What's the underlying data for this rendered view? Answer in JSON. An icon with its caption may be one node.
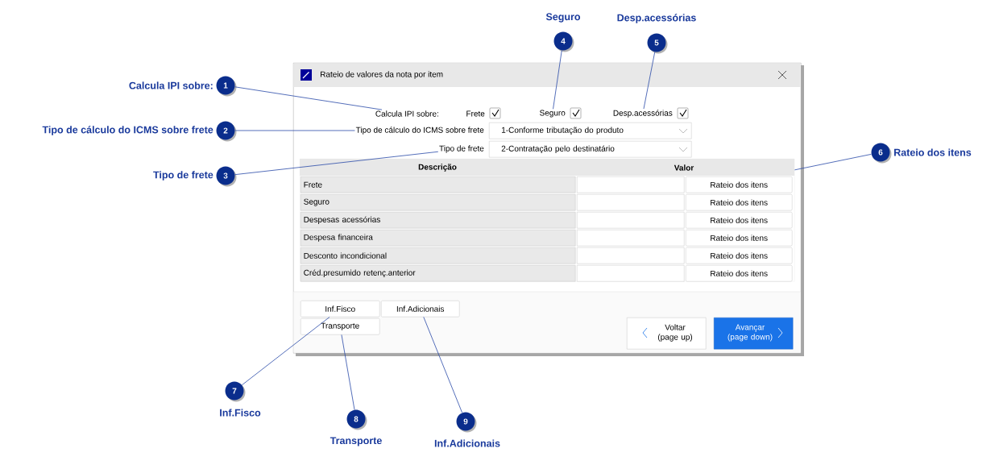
{
  "diagram": {
    "nodes": [
      {
        "text": [
          "Rateio de valores da nota por item"
        ]
      },
      {
        "text": [
          "Calcula IPI sobre:"
        ],
        "in": 0
      },
      {
        "text": [
          "Frete"
        ],
        "in": 0
      },
      {
        "text": [
          "Seguro"
        ],
        "in": 0
      },
      {
        "text": [
          "Desp.acessórias"
        ],
        "in": 0
      },
      {
        "text": [
          "Tipo de cálculo do ICMS sobre frete"
        ],
        "in": 0
      },
      {
        "text": [
          "1-Conforme tributação do produto"
        ],
        "in": 0
      },
      {
        "text": [
          "Tipo de frete"
        ],
        "in": 0
      },
      {
        "text": [
          "2-Contratação pelo destinatário"
        ],
        "in": 0
      },
      {
        "text": [
          "Descrição",
          "Valor",
          "Frete",
          "Seguro",
          "Despesas acessórias",
          "Despesa financeira",
          "Desconto incondicional",
          "Créd.presumido retenç.anterior"
        ],
        "in": 0
      },
      {
        "text": [
          "Rateio dos itens"
        ],
        "in": 9
      },
      {
        "text": [
          "Rateio dos itens"
        ],
        "in": 9
      },
      {
        "text": [
          "Rateio dos itens"
        ],
        "in": 9
      },
      {
        "text": [
          "Rateio dos itens"
        ],
        "in": 9
      },
      {
        "text": [
          "Rateio dos itens"
        ],
        "in": 9
      },
      {
        "text": [
          "Rateio dos itens"
        ],
        "in": 9
      },
      {
        "text": [
          "Inf.Fisco"
        ],
        "in": 0
      },
      {
        "text": [
          "Inf.Adicionais"
        ],
        "in": 0
      },
      {
        "text": [
          "Transporte"
        ],
        "in": 0
      },
      {
        "text": [
          "Voltar (page up)"
        ],
        "in": 0
      },
      {
        "text": [
          "Avançar (page down)"
        ],
        "in": 0
      },
      {
        "text": [
          "1"
        ],
        "beside": [
          "Calcula IPI sobre:"
        ]
      },
      {
        "text": [
          "2"
        ],
        "beside": [
          "Tipo de cálculo do ICMS sobre frete"
        ]
      },
      {
        "text": [
          "3"
        ],
        "beside": [
          "Tipo de frete"
        ]
      },
      {
        "text": [
          "4"
        ],
        "beside": [
          "Seguro"
        ]
      },
      {
        "text": [
          "5"
        ],
        "beside": [
          "Desp.acessórias"
        ]
      },
      {
        "text": [
          "6"
        ],
        "beside": [
          "Rateio dos itens"
        ]
      },
      {
        "text": [
          "7"
        ],
        "beside": [
          "Inf.Fisco"
        ]
      },
      {
        "text": [
          "8"
        ],
        "beside": [
          "Transporte"
        ]
      },
      {
        "text": [
          "9"
        ],
        "beside": [
          "Inf.Adicionais"
        ]
      },
      {
        "text": [],
        "shape": "box",
        "in": 9
      },
      {
        "text": [],
        "shape": "box",
        "in": 9
      },
      {
        "text": [],
        "shape": "box",
        "in": 9
      },
      {
        "text": [],
        "shape": "box",
        "in": 9
      },
      {
        "text": [],
        "shape": "box",
        "in": 9
      },
      {
        "text": [],
        "shape": "box",
        "in": 9
      }
    ],
    "edges": [
      {
        "from": 21,
        "to": 1,
        "arrow": "none"
      },
      {
        "from": 22,
        "to": 5,
        "arrow": "none"
      },
      {
        "from": 23,
        "to": 7,
        "arrow": "none"
      },
      {
        "from": 24,
        "to": 3,
        "arrow": "none"
      },
      {
        "from": 25,
        "to": 4,
        "arrow": "none"
      },
      {
        "from": 26,
        "to": 9,
        "arrow": "none"
      },
      {
        "from": 27,
        "to": 16,
        "arrow": "none"
      },
      {
        "from": 28,
        "to": 18,
        "arrow": "none"
      },
      {
        "from": 29,
        "to": 17,
        "arrow": "none"
      }
    ]
  }
}
